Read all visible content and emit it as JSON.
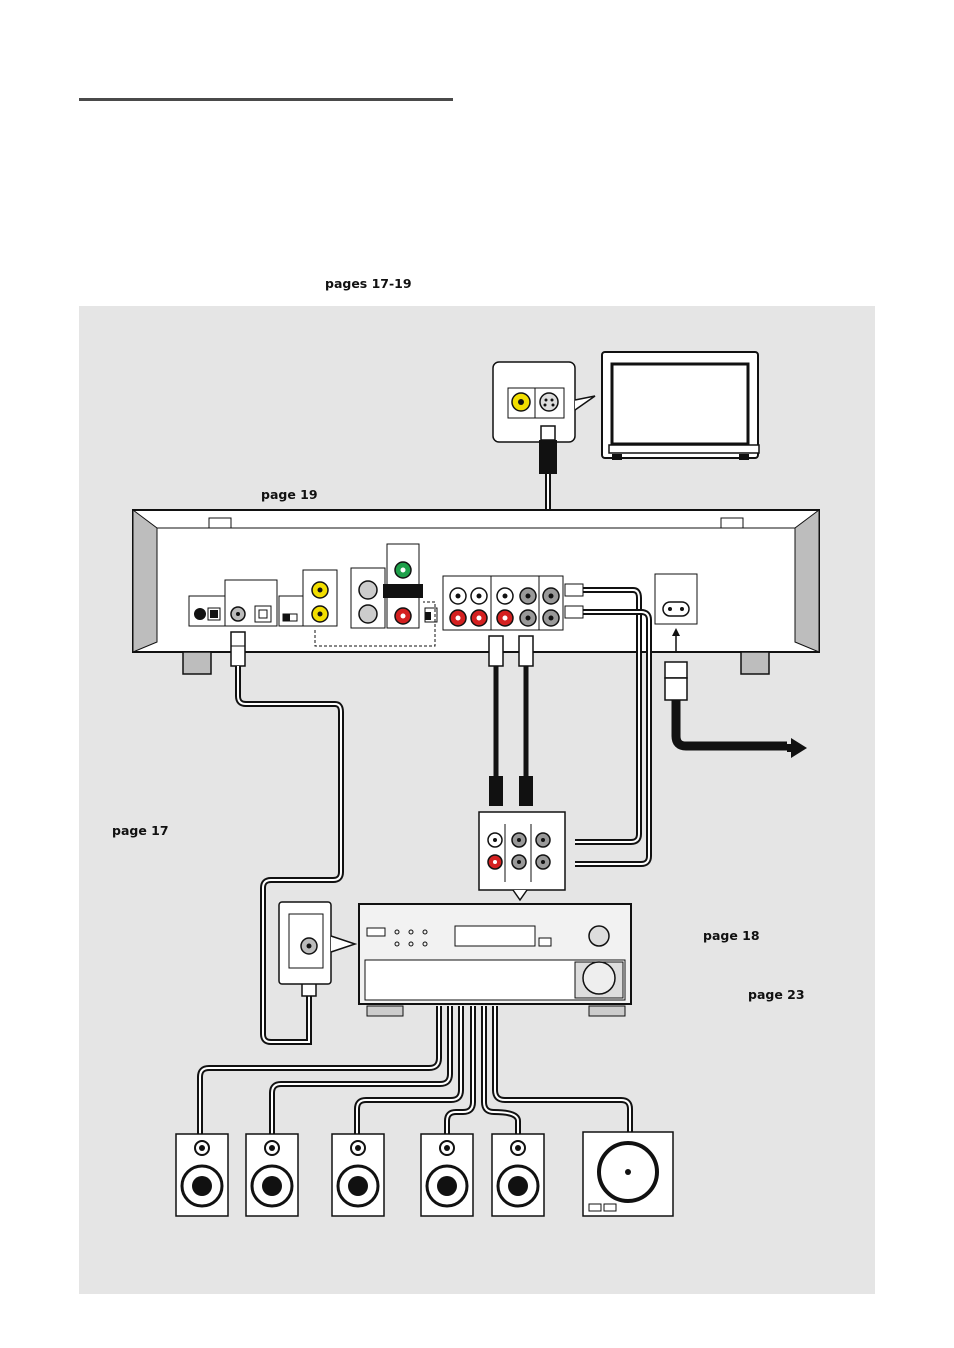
{
  "header": {
    "intro_reference": "pages 17-19"
  },
  "diagram": {
    "references": {
      "video_connection": "page 19",
      "digital_audio": "page 17",
      "analog_audio": "page 18",
      "power": "page 23"
    }
  },
  "colors": {
    "panel_bg": "#e5e5e5",
    "video_yellow": "#f2de00",
    "audio_red": "#d42020",
    "component_green": "#1ea04a",
    "cable": "#111111"
  },
  "devices": {
    "television": "television",
    "dvd_player_rear": "dvd-player-rear-panel",
    "av_receiver": "av-receiver",
    "speakers_count": 5,
    "subwoofer": "subwoofer"
  }
}
